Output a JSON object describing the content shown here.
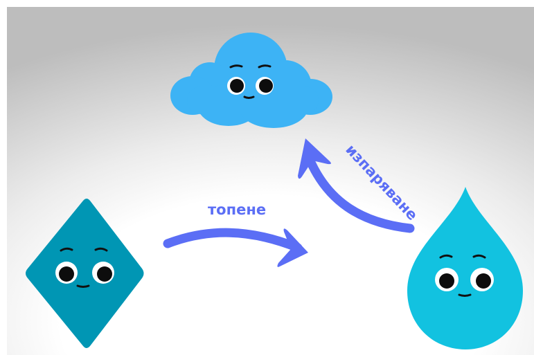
{
  "labels": {
    "melting": "топене",
    "evaporation": "изпаряване"
  },
  "characters": {
    "ice": {
      "name": "ice-crystal",
      "color": "#0096b4"
    },
    "cloud": {
      "name": "cloud",
      "color": "#3db3f5"
    },
    "drop": {
      "name": "water-drop",
      "color": "#12c2e0"
    }
  },
  "colors": {
    "arrow": "#5b6ef5",
    "eye": "#0d0d0d",
    "eye_white": "#ffffff",
    "line": "#111111"
  }
}
